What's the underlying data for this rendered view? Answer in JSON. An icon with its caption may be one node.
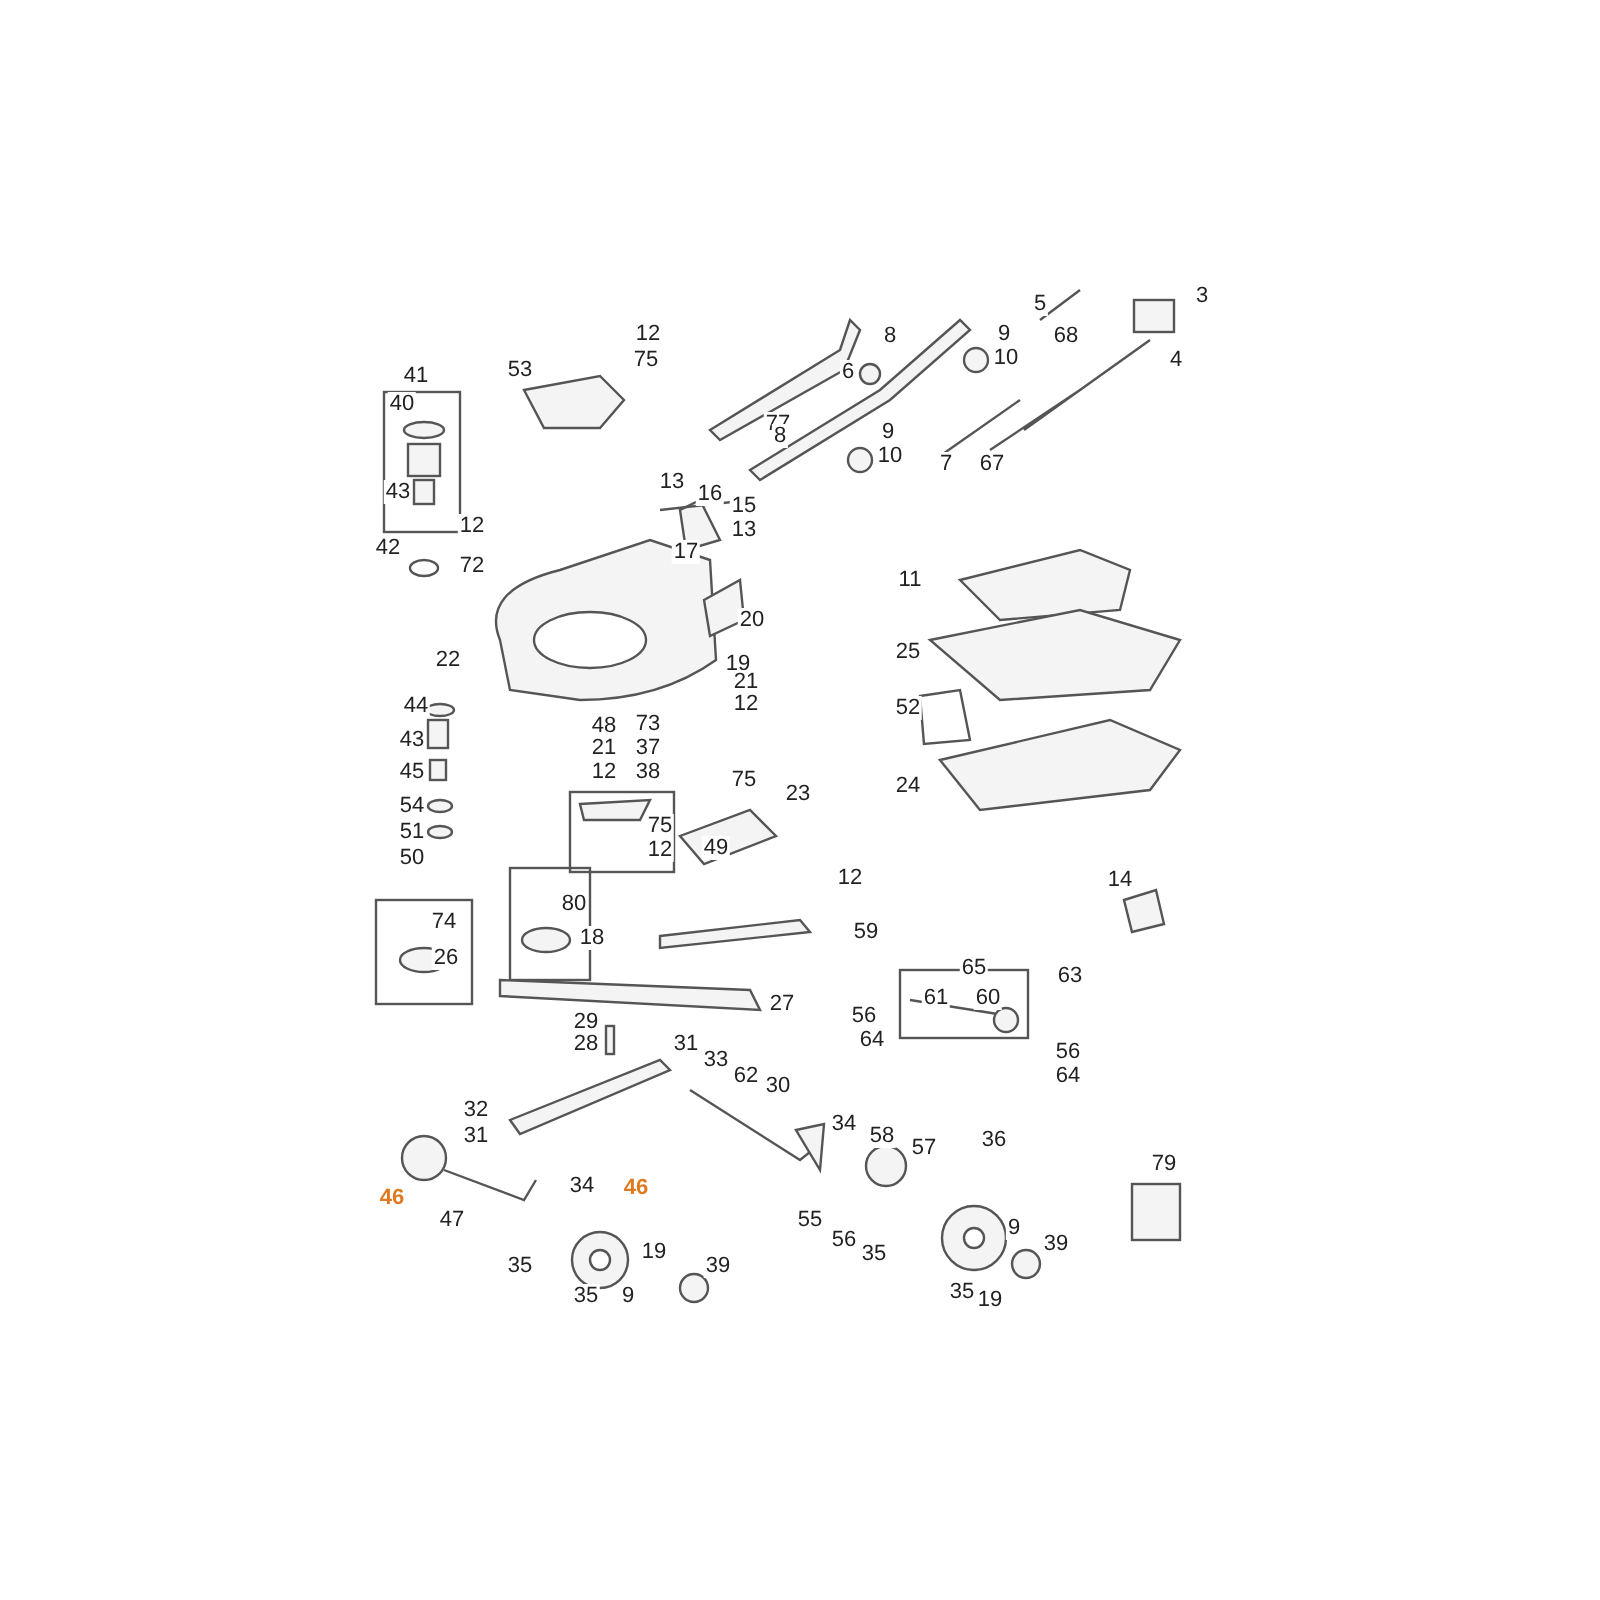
{
  "diagram": {
    "labels": [
      "12",
      "75",
      "41",
      "53",
      "40",
      "43",
      "12",
      "42",
      "72",
      "77",
      "6",
      "8",
      "9",
      "10",
      "5",
      "68",
      "3",
      "4",
      "8",
      "9",
      "10",
      "7",
      "67",
      "13",
      "16",
      "15",
      "13",
      "17",
      "20",
      "11",
      "22",
      "19",
      "21",
      "25",
      "44",
      "12",
      "52",
      "48",
      "73",
      "43",
      "21",
      "37",
      "45",
      "12",
      "38",
      "75",
      "23",
      "24",
      "54",
      "51",
      "75",
      "49",
      "50",
      "12",
      "12",
      "14",
      "80",
      "74",
      "18",
      "59",
      "26",
      "65",
      "63",
      "61",
      "60",
      "56",
      "56",
      "64",
      "64",
      "27",
      "29",
      "28",
      "31",
      "33",
      "62",
      "30",
      "32",
      "31",
      "34",
      "58",
      "57",
      "36",
      "46",
      "47",
      "34",
      "46",
      "79",
      "55",
      "56",
      "35",
      "9",
      "39",
      "35",
      "19",
      "39",
      "35",
      "9",
      "35",
      "19"
    ]
  }
}
